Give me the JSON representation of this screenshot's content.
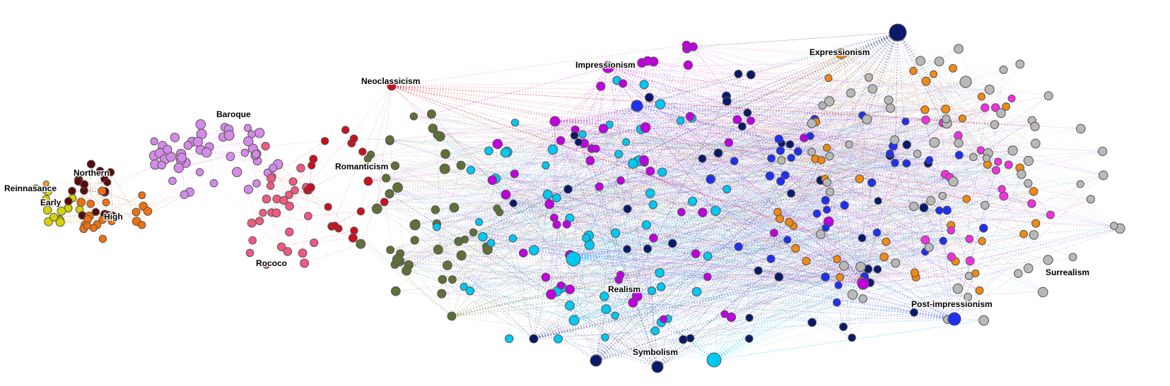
{
  "graph": {
    "movements": [
      {
        "key": "reinnasance",
        "label": "Reinnasance",
        "color": "#f0a030"
      },
      {
        "key": "early",
        "label": "Early",
        "color": "#d6d200"
      },
      {
        "key": "northern",
        "label": "Northern",
        "color": "#5a0c0c"
      },
      {
        "key": "high",
        "label": "High",
        "color": "#f07010"
      },
      {
        "key": "baroque",
        "label": "Baroque",
        "color": "#d48ae6"
      },
      {
        "key": "rococo",
        "label": "Rococo",
        "color": "#ee5a80"
      },
      {
        "key": "neoclassicism",
        "label": "Neoclassicism",
        "color": "#cc1020"
      },
      {
        "key": "romanticism",
        "label": "Romanticism",
        "color": "#607038"
      },
      {
        "key": "impressionism",
        "label": "Impressionism",
        "color": "#c000e0"
      },
      {
        "key": "expressionism",
        "label": "Expressionism",
        "color": "#f08a10"
      },
      {
        "key": "realism",
        "label": "Realism",
        "color": "#00c8f0"
      },
      {
        "key": "symbolism",
        "label": "Symbolism",
        "color": "#0a1a6a"
      },
      {
        "key": "post_impressionism",
        "label": "Post-impressionism",
        "color": "#2030f0"
      },
      {
        "key": "surrealism",
        "label": "Surrealism",
        "color": "#f030e0"
      },
      {
        "key": "other",
        "label": "",
        "color": "#b8b8b8"
      }
    ]
  }
}
